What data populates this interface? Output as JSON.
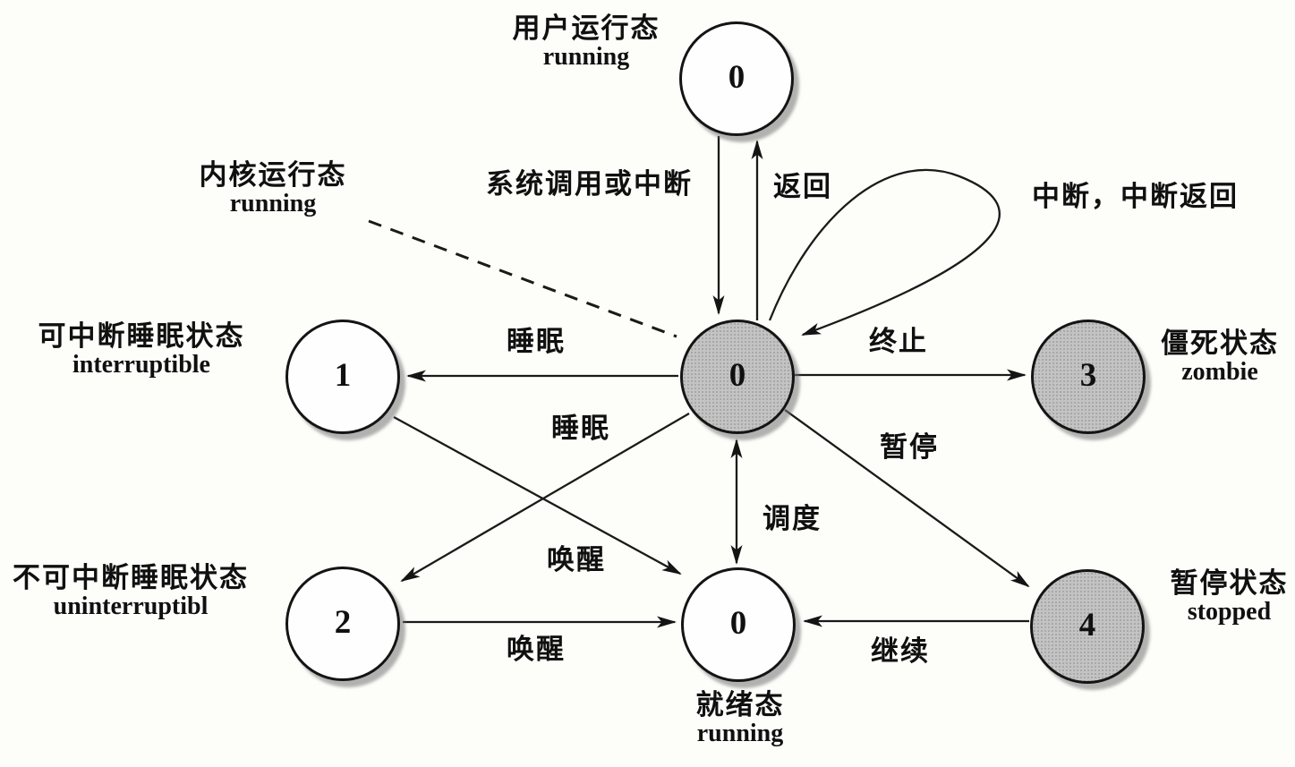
{
  "colors": {
    "background": "#fdfdfa",
    "stroke": "#1a1a1a",
    "node_fill_plain": "#fefefe",
    "node_fill_shaded": "#c3c3c3",
    "text": "#101010"
  },
  "nodes": {
    "user_running": {
      "number": "0",
      "label_cn": "用户运行态",
      "label_en": "running"
    },
    "kernel_running": {
      "number": "0",
      "label_cn": "内核运行态",
      "label_en": "running"
    },
    "interruptible": {
      "number": "1",
      "label_cn": "可中断睡眠状态",
      "label_en": "interruptible"
    },
    "uninterruptible": {
      "number": "2",
      "label_cn": "不可中断睡眠状态",
      "label_en": "uninterruptibl"
    },
    "ready": {
      "number": "0",
      "label_cn": "就绪态",
      "label_en": "running"
    },
    "zombie": {
      "number": "3",
      "label_cn": "僵死状态",
      "label_en": "zombie"
    },
    "stopped": {
      "number": "4",
      "label_cn": "暂停状态",
      "label_en": "stopped"
    }
  },
  "edges": {
    "syscall": {
      "label": "系统调用或中断",
      "from": "user_running",
      "to": "kernel_running"
    },
    "return": {
      "label": "返回",
      "from": "kernel_running",
      "to": "user_running"
    },
    "self_loop": {
      "label": "中断，中断返回",
      "from": "kernel_running",
      "to": "kernel_running"
    },
    "sleep_interruptible": {
      "label": "睡眠",
      "from": "kernel_running",
      "to": "interruptible"
    },
    "sleep_uninterruptible": {
      "label": "睡眠",
      "from": "kernel_running",
      "to": "uninterruptible"
    },
    "terminate": {
      "label": "终止",
      "from": "kernel_running",
      "to": "zombie"
    },
    "pause": {
      "label": "暂停",
      "from": "kernel_running",
      "to": "stopped"
    },
    "schedule": {
      "label": "调度",
      "from": "kernel_running",
      "to": "ready",
      "bidirectional": true
    },
    "wake_interruptible": {
      "label": "唤醒",
      "from": "interruptible",
      "to": "ready"
    },
    "wake_uninterruptible": {
      "label": "唤醒",
      "from": "uninterruptible",
      "to": "ready"
    },
    "continue": {
      "label": "继续",
      "from": "stopped",
      "to": "ready"
    }
  }
}
